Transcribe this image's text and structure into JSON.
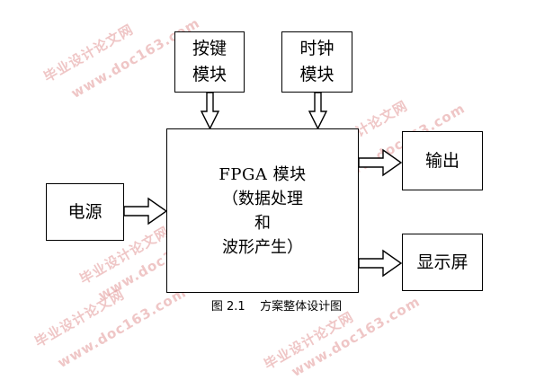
{
  "diagram": {
    "blocks": {
      "keys": {
        "line1": "按键",
        "line2": "模块"
      },
      "clock": {
        "line1": "时钟",
        "line2": "模块"
      },
      "power": {
        "label": "电源"
      },
      "fpga": {
        "title": "FPGA 模块",
        "line2": "（数据处理",
        "line3": "和",
        "line4": "波形产生）"
      },
      "output": {
        "label": "输出"
      },
      "display": {
        "label": "显示屏"
      }
    },
    "caption": "图 2.1    方案整体设计图"
  },
  "watermarks": [
    "毕业设计论文网",
    "www.doc163.com",
    "毕业设计论文网",
    "www.doc163.com",
    "毕业设计论文网",
    "www.doc163.com",
    "毕业设计论文网",
    "www.doc163.com",
    "毕业设计论文网",
    "www.doc163.com"
  ]
}
